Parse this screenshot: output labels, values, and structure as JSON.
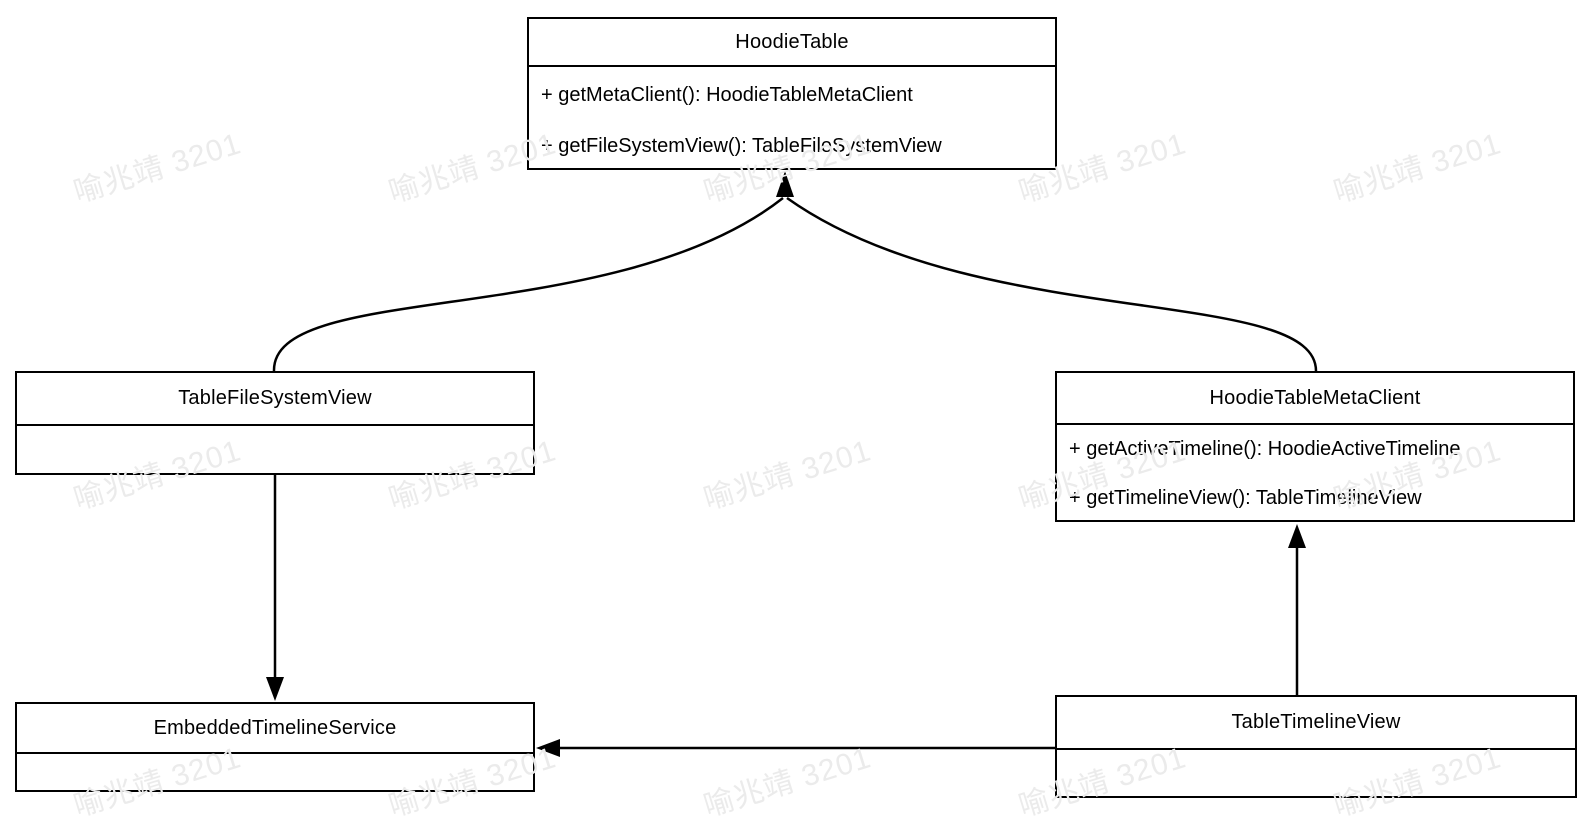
{
  "classes": [
    {
      "name": "HoodieTable",
      "methods": [
        "+ getMetaClient(): HoodieTableMetaClient",
        "+ getFileSystemView(): TableFileSystemView"
      ]
    },
    {
      "name": "TableFileSystemView",
      "methods": []
    },
    {
      "name": "HoodieTableMetaClient",
      "methods": [
        "+ getActiveTimeline(): HoodieActiveTimeline",
        "+ getTimelineView(): TableTimelineView"
      ]
    },
    {
      "name": "EmbeddedTimelineService",
      "methods": []
    },
    {
      "name": "TableTimelineView",
      "methods": []
    }
  ],
  "relations": [
    {
      "from": "TableFileSystemView",
      "to": "HoodieTable",
      "type": "arrow"
    },
    {
      "from": "HoodieTableMetaClient",
      "to": "HoodieTable",
      "type": "arrow"
    },
    {
      "from": "TableFileSystemView",
      "to": "EmbeddedTimelineService",
      "type": "arrow"
    },
    {
      "from": "TableTimelineView",
      "to": "HoodieTableMetaClient",
      "type": "arrow"
    },
    {
      "from": "TableTimelineView",
      "to": "EmbeddedTimelineService",
      "type": "arrow"
    }
  ],
  "watermark": {
    "text": "喻兆靖 3201",
    "color": "#ebebeb"
  },
  "colors": {
    "stroke": "#000000",
    "text": "#000000",
    "background": "#ffffff"
  }
}
